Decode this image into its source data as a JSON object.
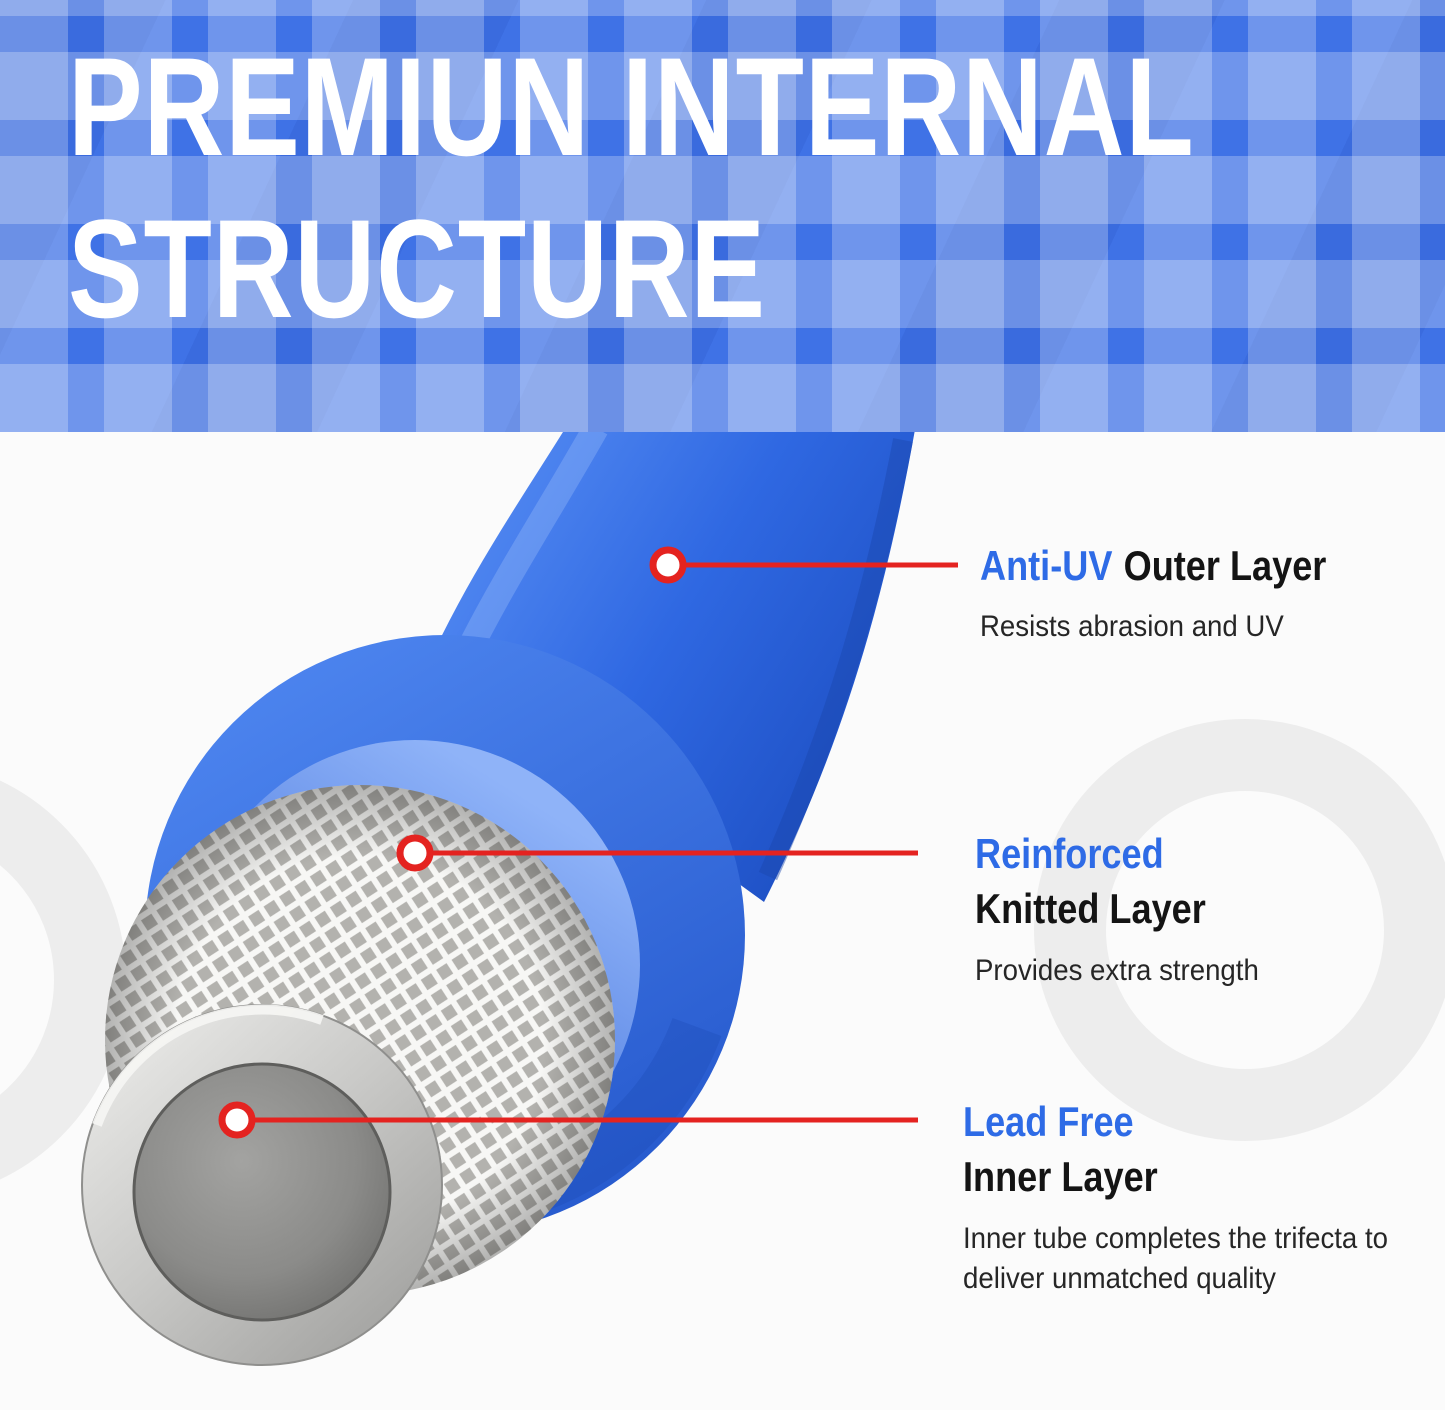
{
  "header": {
    "title_line1": "PREMIUN INTERNAL",
    "title_line2": "STRUCTURE"
  },
  "callouts": [
    {
      "highlight": "Anti-UV",
      "rest": "Outer Layer",
      "description": "Resists abrasion and UV"
    },
    {
      "highlight": "Reinforced",
      "rest": "Knitted Layer",
      "description": "Provides extra strength"
    },
    {
      "highlight": "Lead Free",
      "rest": "Inner Layer",
      "description": "Inner tube completes the trifecta to deliver unmatched quality"
    }
  ],
  "colors": {
    "accent_blue": "#2e6be6",
    "accent_red": "#e42320",
    "hose_blue": "#2f68e2",
    "header_base_blue": "#3f72e6"
  }
}
